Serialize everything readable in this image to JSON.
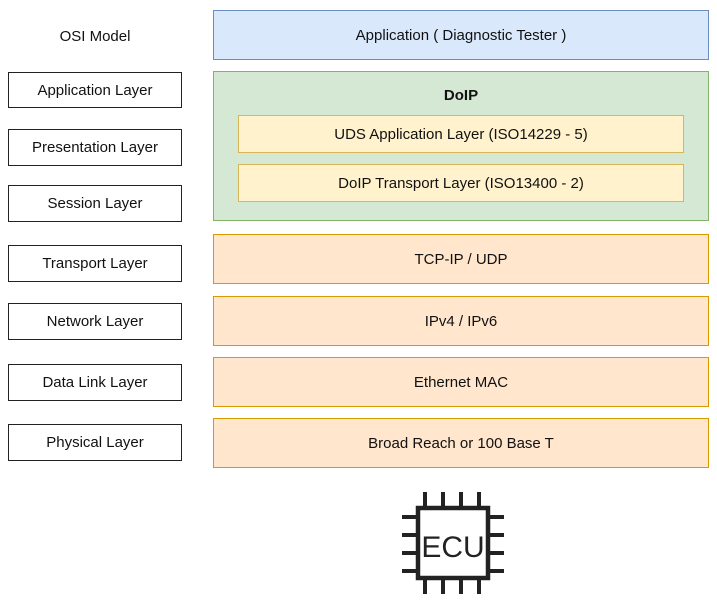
{
  "osi": {
    "title": "OSI Model",
    "layers": [
      "Application Layer",
      "Presentation Layer",
      "Session Layer",
      "Transport Layer",
      "Network Layer",
      "Data Link Layer",
      "Physical Layer"
    ]
  },
  "stack": {
    "application": "Application ( Diagnostic Tester )",
    "doip": {
      "title": "DoIP",
      "uds": "UDS Application Layer (ISO14229 - 5)",
      "transport": "DoIP Transport Layer (ISO13400 - 2)"
    },
    "tcp": "TCP-IP / UDP",
    "ip": "IPv4 / IPv6",
    "mac": "Ethernet MAC",
    "phy": "Broad Reach or 100 Base T"
  },
  "ecu": {
    "label": "ECU",
    "icon": "microchip-icon"
  },
  "colors": {
    "application_fill": "#dae8fc",
    "application_stroke": "#6c8ebf",
    "doip_fill": "#d5e8d4",
    "doip_stroke": "#82b366",
    "doip_inner_fill": "#fff2cc",
    "doip_inner_stroke": "#d6b656",
    "lower_fill": "#ffe6cc",
    "lower_stroke": "#d79b00"
  }
}
